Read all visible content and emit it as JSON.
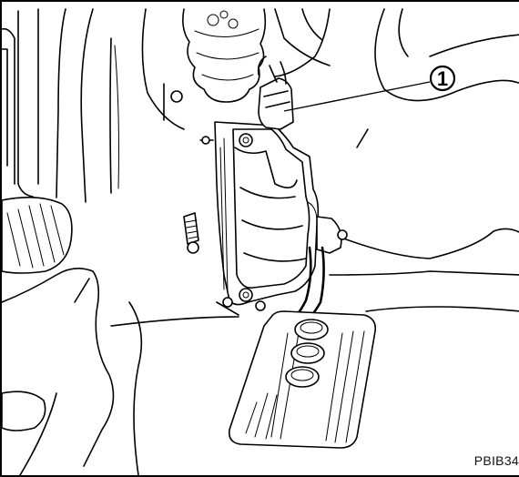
{
  "figure": {
    "callouts": [
      {
        "number": "1",
        "symbol": "①"
      }
    ],
    "figure_code": "PBIB34",
    "colors": {
      "line": "#000000",
      "background": "#ffffff"
    }
  }
}
